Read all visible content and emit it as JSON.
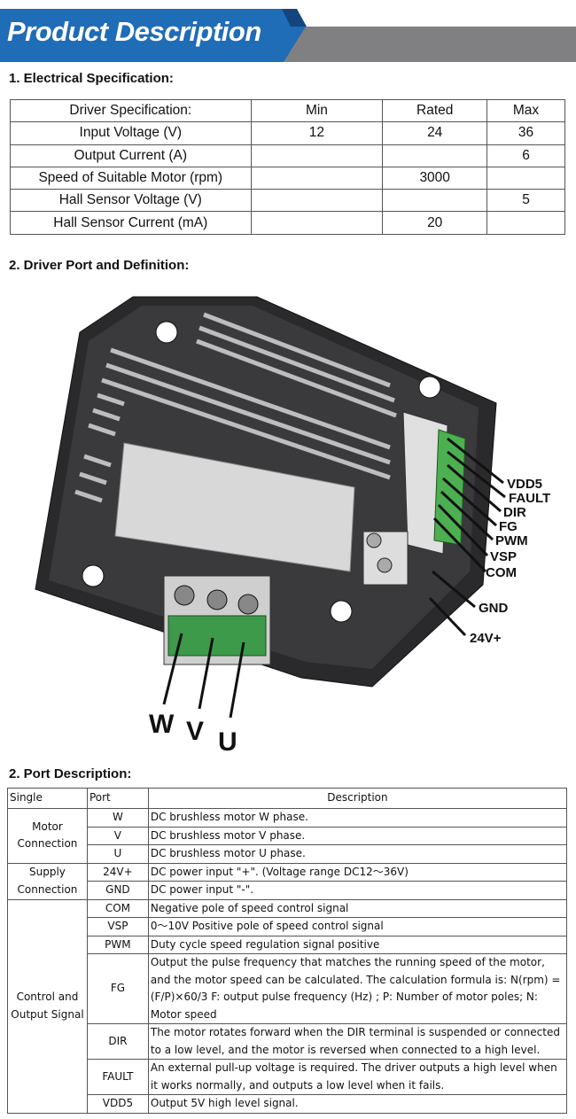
{
  "banner": {
    "title": "Product Description"
  },
  "section1": {
    "heading": "1. Electrical Specification:",
    "columns": [
      "Driver Specification:",
      "Min",
      "Rated",
      "Max"
    ],
    "rows": [
      [
        "Input Voltage  (V)",
        "12",
        "24",
        "36"
      ],
      [
        "Output Current  (A)",
        "",
        "",
        "6"
      ],
      [
        "Speed of  Suitable Motor  (rpm)",
        "",
        "3000",
        ""
      ],
      [
        "Hall Sensor Voltage  (V)",
        "",
        "",
        "5"
      ],
      [
        "Hall Sensor Current  (mA)",
        "",
        "20",
        ""
      ]
    ]
  },
  "section2": {
    "heading": "2. Driver Port and Definition:",
    "right_labels": [
      "VDD5",
      "FAULT",
      "DIR",
      "FG",
      "PWM",
      "VSP",
      "COM",
      "GND",
      "24V+"
    ],
    "bottom_labels": [
      "W",
      "V",
      "U"
    ]
  },
  "section3": {
    "heading": "2. Port Description:",
    "columns": [
      "Single",
      "Port",
      "Description"
    ],
    "groups": [
      "Motor Connection",
      "Supply Connection",
      "Control and Output Signal"
    ],
    "rows": [
      [
        "W",
        "DC brushless motor W phase."
      ],
      [
        "V",
        "DC brushless motor V phase."
      ],
      [
        "U",
        "DC brushless motor U phase."
      ],
      [
        "24V+",
        "DC power input \"+\". (Voltage range DC12～36V)"
      ],
      [
        "GND",
        "DC power input \"-\"."
      ],
      [
        "COM",
        "Negative pole of speed control signal"
      ],
      [
        "VSP",
        "0～10V Positive pole of speed control signal"
      ],
      [
        "PWM",
        "Duty cycle speed regulation signal positive"
      ],
      [
        "FG",
        "Output the pulse frequency that matches the running speed of the motor, and the motor speed can be calculated. The calculation formula is: N(rpm) = (F/P)×60/3 F:  output pulse frequency  (Hz)  ;  P:  Number of motor poles;  N:  Motor speed"
      ],
      [
        "DIR",
        "The motor rotates forward when the DIR terminal is suspended or connected to a low level, and the motor is reversed when connected to a high level."
      ],
      [
        "FAULT",
        "An external pull-up voltage is required. The driver outputs a high level when it works normally, and outputs a low level when it fails."
      ],
      [
        "VDD5",
        "Output 5V high level signal."
      ]
    ]
  }
}
